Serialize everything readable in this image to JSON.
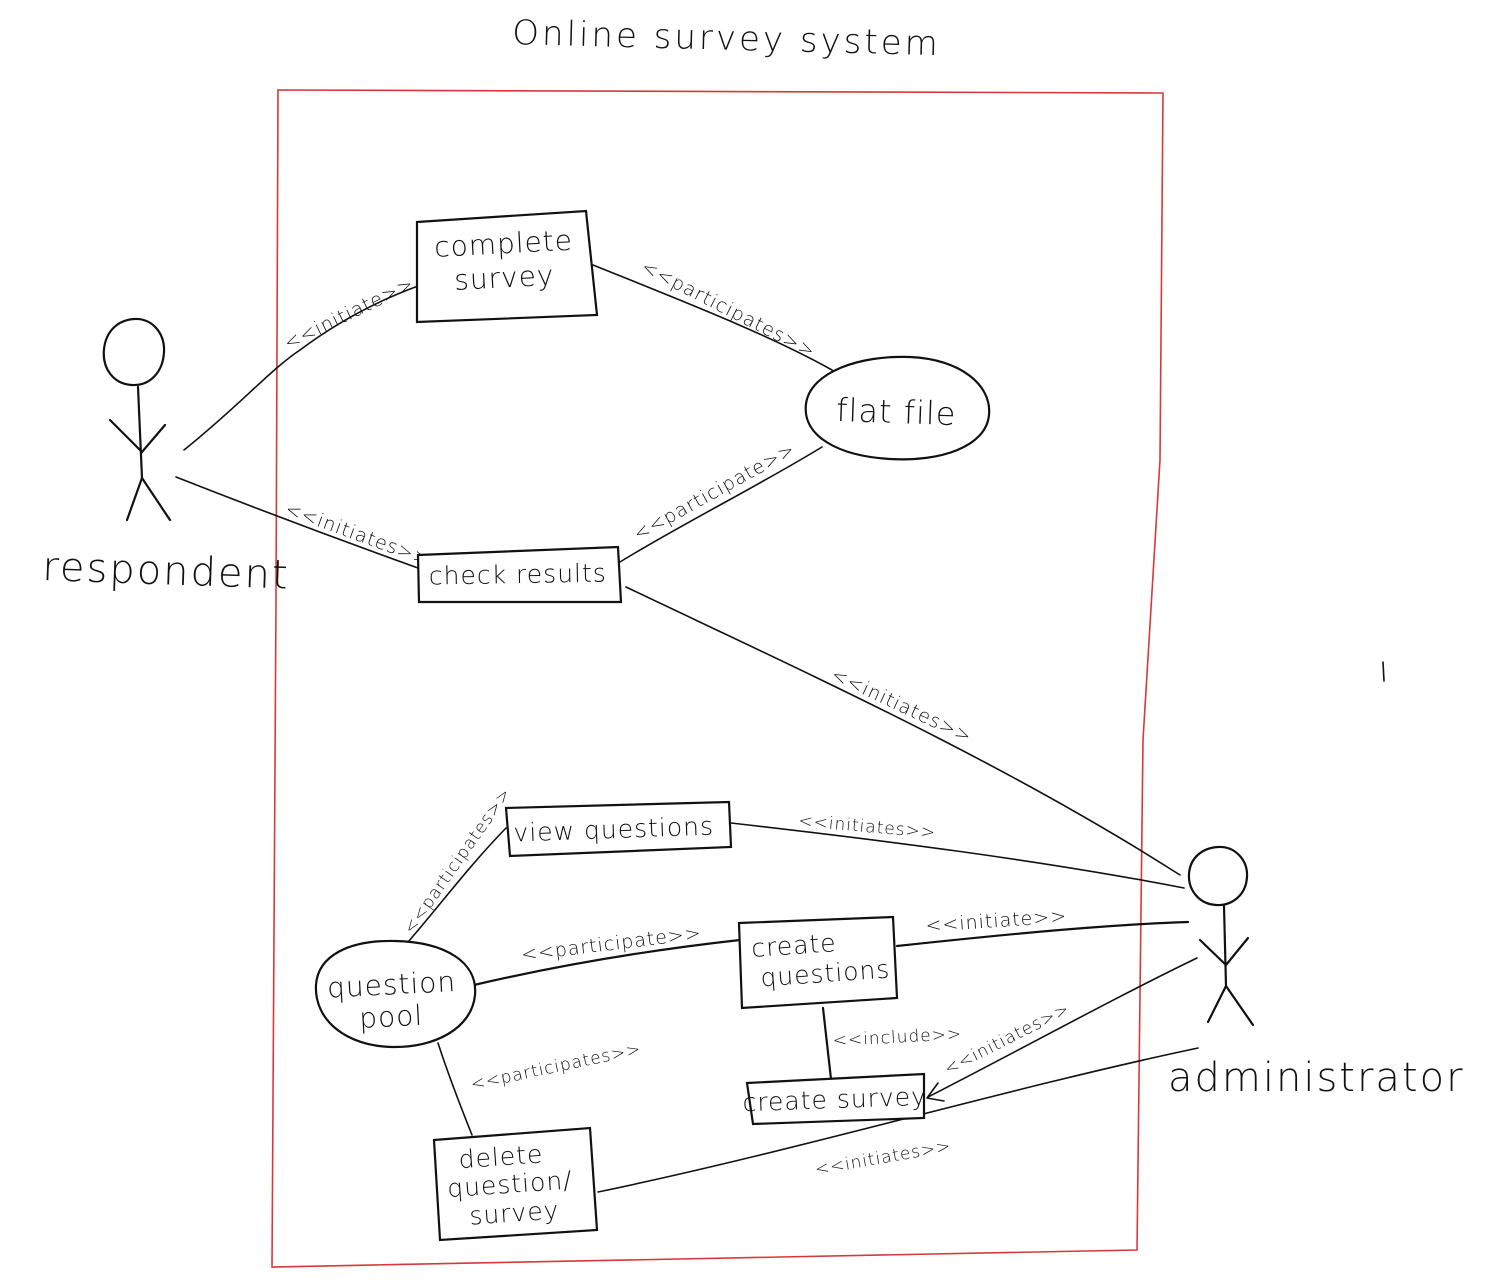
{
  "title": "Online survey system",
  "actors": {
    "respondent": "respondent",
    "administrator": "administrator"
  },
  "use_cases": {
    "complete_survey": [
      "complete",
      "survey"
    ],
    "check_results": "check results",
    "view_questions": "view questions",
    "create_questions": [
      "create",
      "questions"
    ],
    "create_survey": "create survey",
    "delete_question_survey": [
      "delete",
      "question/",
      "survey"
    ]
  },
  "data_stores": {
    "flat_file": "flat file",
    "question_pool": [
      "question",
      "pool"
    ]
  },
  "relations": {
    "respondent_complete": "<<initiate>>",
    "respondent_check": "<<initiates>>",
    "complete_flatfile": "<<participates>>",
    "check_flatfile": "<<participate>>",
    "check_admin": "<<initiates>>",
    "view_admin": "<<initiates>>",
    "pool_view": "<<participates>>",
    "pool_create": "<<participate>>",
    "createq_admin": "<<initiate>>",
    "createq_include": "<<include>>",
    "createsurvey_admin": "<<initiates>>",
    "pool_delete": "<<participates>>",
    "delete_admin": "<<initiates>>"
  },
  "colors": {
    "frame": "#d9383a",
    "ink": "#111111"
  }
}
